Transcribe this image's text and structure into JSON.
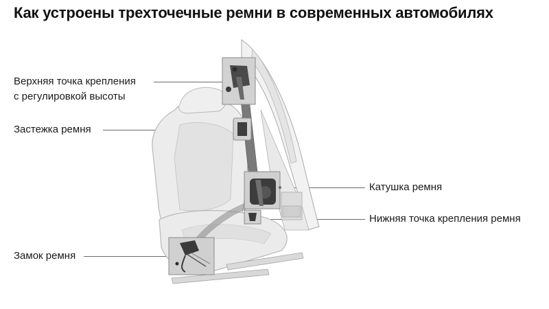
{
  "title": "Как устроены трехточечные ремни в современных автомобилях",
  "labels": {
    "upper_anchor_line1": "Верхняя точка крепления",
    "upper_anchor_line2": "с регулировкой высоты",
    "belt_clasp": "Застежка ремня",
    "belt_buckle": "Замок ремня",
    "retractor": "Катушка ремня",
    "lower_anchor": "Нижняя точка крепления ремня"
  },
  "colors": {
    "seat_fill": "#ececec",
    "seat_stroke": "#b8b8b8",
    "pillar_fill": "#f1f1f1",
    "pillar_stroke": "#a9a9a9",
    "belt": "#6b6b6b",
    "detail_box_fill": "#cfcfcf",
    "detail_box_stroke": "#8a8a8a",
    "dark_part": "#3a3a3a",
    "leader": "#6a6a6a"
  }
}
